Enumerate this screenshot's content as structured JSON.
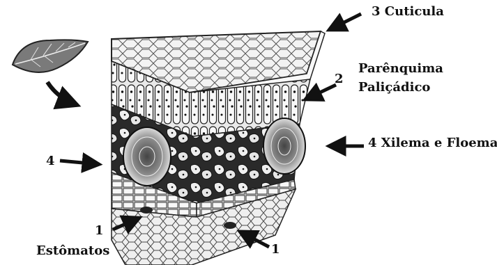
{
  "labels": {
    "cuticle": "3 Cuticula",
    "palisade_line1": "Parênquima",
    "palisade_line2": "Paliçádico",
    "palisade_number": "2",
    "xylem_phloem": "4 Xilema e Floema",
    "left_number": "4",
    "stomata_number_upper": "1",
    "stomata_number_lower": "1",
    "stomata": "Estômatos"
  },
  "colors": {
    "ink": "#111111",
    "leaf": "#777777",
    "tissue_fill": "#f1f1f1",
    "cell_fill": "#d9d9d9",
    "shadow": "#8a8a8a"
  },
  "icons": {
    "leaf": "leaf-icon",
    "arrow": "arrow-icon"
  }
}
